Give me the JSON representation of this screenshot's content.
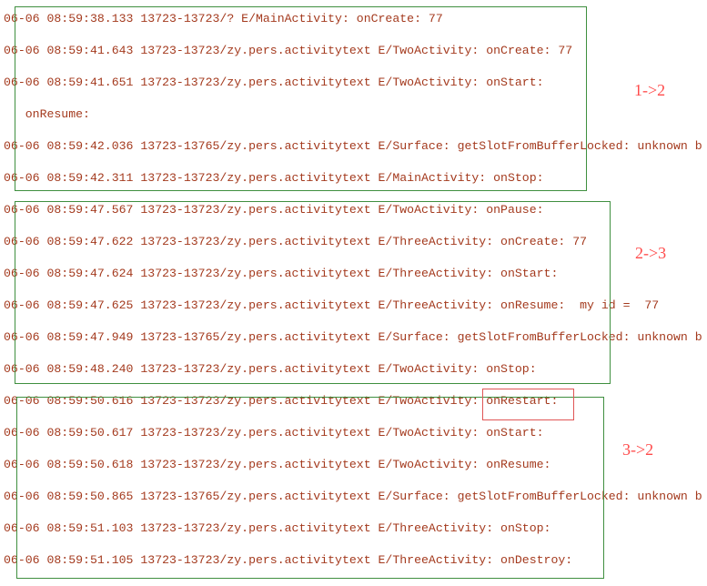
{
  "log": {
    "lines": [
      "06-06 08:59:38.133 13723-13723/? E/MainActivity: onCreate: 77",
      "06-06 08:59:41.643 13723-13723/zy.pers.activitytext E/TwoActivity: onCreate: 77",
      "06-06 08:59:41.651 13723-13723/zy.pers.activitytext E/TwoActivity: onStart:",
      "   onResume:",
      "06-06 08:59:42.036 13723-13765/zy.pers.activitytext E/Surface: getSlotFromBufferLocked: unknown b",
      "06-06 08:59:42.311 13723-13723/zy.pers.activitytext E/MainActivity: onStop:",
      "06-06 08:59:47.567 13723-13723/zy.pers.activitytext E/TwoActivity: onPause:",
      "06-06 08:59:47.622 13723-13723/zy.pers.activitytext E/ThreeActivity: onCreate: 77",
      "06-06 08:59:47.624 13723-13723/zy.pers.activitytext E/ThreeActivity: onStart:",
      "06-06 08:59:47.625 13723-13723/zy.pers.activitytext E/ThreeActivity: onResume:  my id =  77",
      "06-06 08:59:47.949 13723-13765/zy.pers.activitytext E/Surface: getSlotFromBufferLocked: unknown b",
      "06-06 08:59:48.240 13723-13723/zy.pers.activitytext E/TwoActivity: onStop:",
      "06-06 08:59:50.616 13723-13723/zy.pers.activitytext E/TwoActivity: onRestart:",
      "06-06 08:59:50.617 13723-13723/zy.pers.activitytext E/TwoActivity: onStart:",
      "06-06 08:59:50.618 13723-13723/zy.pers.activitytext E/TwoActivity: onResume:",
      "06-06 08:59:50.865 13723-13765/zy.pers.activitytext E/Surface: getSlotFromBufferLocked: unknown b",
      "06-06 08:59:51.103 13723-13723/zy.pers.activitytext E/ThreeActivity: onStop:",
      "06-06 08:59:51.105 13723-13723/zy.pers.activitytext E/ThreeActivity: onDestroy:"
    ]
  },
  "annotations": {
    "group1": "1->2",
    "group2": "2->3",
    "group3": "3->2"
  },
  "colors": {
    "log_text": "#a43a1e",
    "group_border": "#3f8f3f",
    "annotation_text": "#ff4b4b",
    "highlight_border": "#e05555"
  }
}
